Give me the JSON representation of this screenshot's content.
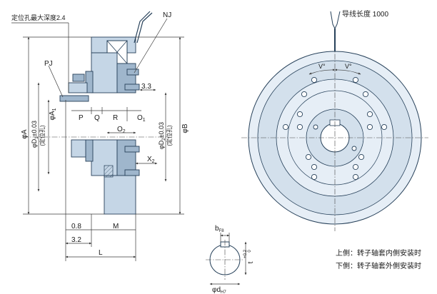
{
  "side_view": {
    "depth_label": "定位孔最大深度2.4",
    "labels": {
      "pj": "PJ",
      "nj": "NJ",
      "dim_3_3": "3.3",
      "p": "P",
      "q": "Q",
      "r": "R",
      "o1": "O",
      "o1_sub": "1",
      "o2": "O",
      "o2_sub": "2",
      "x2": "X",
      "x2_sub": "2",
      "dim_0_8": "0.8",
      "m": "M",
      "dim_3_2": "3.2",
      "l": "L",
      "phi_a": "φA",
      "phi_a1": "φA",
      "phi_a1_sub": "1",
      "phi_d1": "φD",
      "phi_d1_sub": "1",
      "phi_d1_tol": "±0.03",
      "phi_d1_note": "(定位孔)",
      "phi_d2": "φD",
      "phi_d2_sub": "2",
      "phi_d2_tol": "±0.03",
      "phi_d2_note": "(定位孔)",
      "phi_b": "φB"
    }
  },
  "front_view": {
    "lead_wire_label": "导线长度 1000",
    "v_left": "V°",
    "v_right": "V°"
  },
  "keyway_view": {
    "b_label": "b",
    "b_sub": "F8",
    "t_label": "t",
    "t_tol": "+0.2",
    "t_tol_low": "0",
    "d_label": "φd",
    "d_sub": "H7"
  },
  "notes": {
    "upper": "上側：转子轴套内側安装时",
    "lower": "下側：转子轴套外側安装时"
  },
  "colors": {
    "body_fill": "#c5d6e6",
    "body_fill_dark": "#9fb6cc",
    "outline": "#27415a",
    "front_fill": "#e6eef6",
    "front_ring": "#d3e0ec",
    "dim_line": "#3a3a3a"
  }
}
